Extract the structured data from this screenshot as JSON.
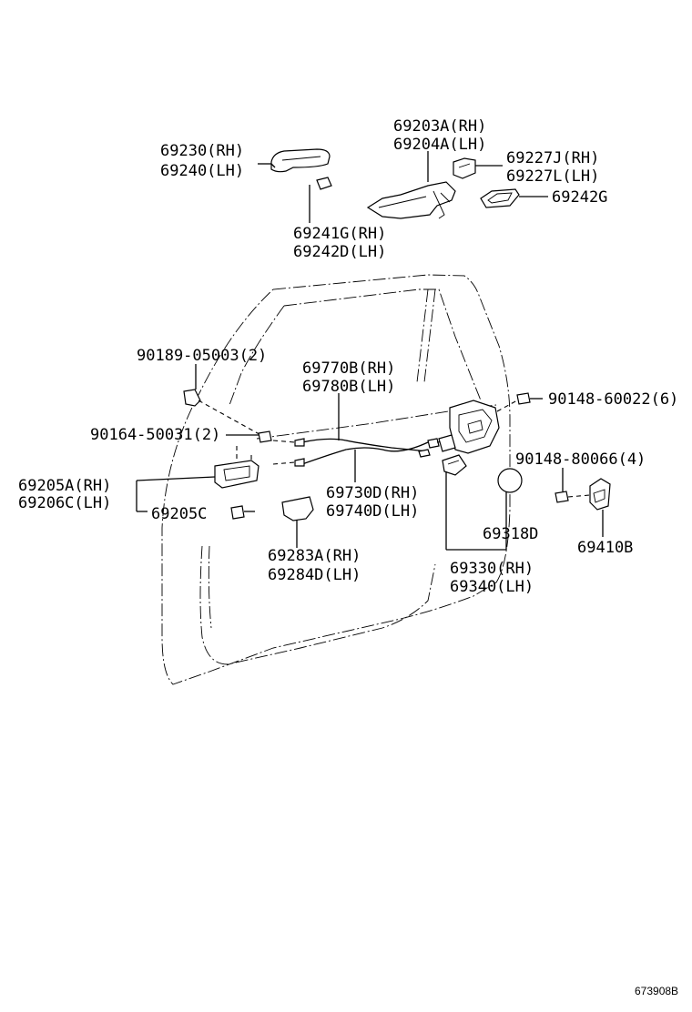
{
  "diagram_code": "673908B",
  "labels": {
    "l69230": "69230(RH)",
    "l69240": "69240(LH)",
    "l69203A": "69203A(RH)",
    "l69204A": "69204A(LH)",
    "l69227J": "69227J(RH)",
    "l69227L": "69227L(LH)",
    "l69242G": "69242G",
    "l69241G": "69241G(RH)",
    "l69242D": "69242D(LH)",
    "l90189": "90189-05003(2)",
    "l69770B": "69770B(RH)",
    "l69780B": "69780B(LH)",
    "l90148_60022": "90148-60022(6)",
    "l90164": "90164-50031(2)",
    "l90148_80066": "90148-80066(4)",
    "l69205A": "69205A(RH)",
    "l69206C": "69206C(LH)",
    "l69730D": "69730D(RH)",
    "l69740D": "69740D(LH)",
    "l69205C": "69205C",
    "l69318D": "69318D",
    "l69410B": "69410B",
    "l69283A": "69283A(RH)",
    "l69284D": "69284D(LH)",
    "l69330": "69330(RH)",
    "l69340": "69340(LH)"
  }
}
